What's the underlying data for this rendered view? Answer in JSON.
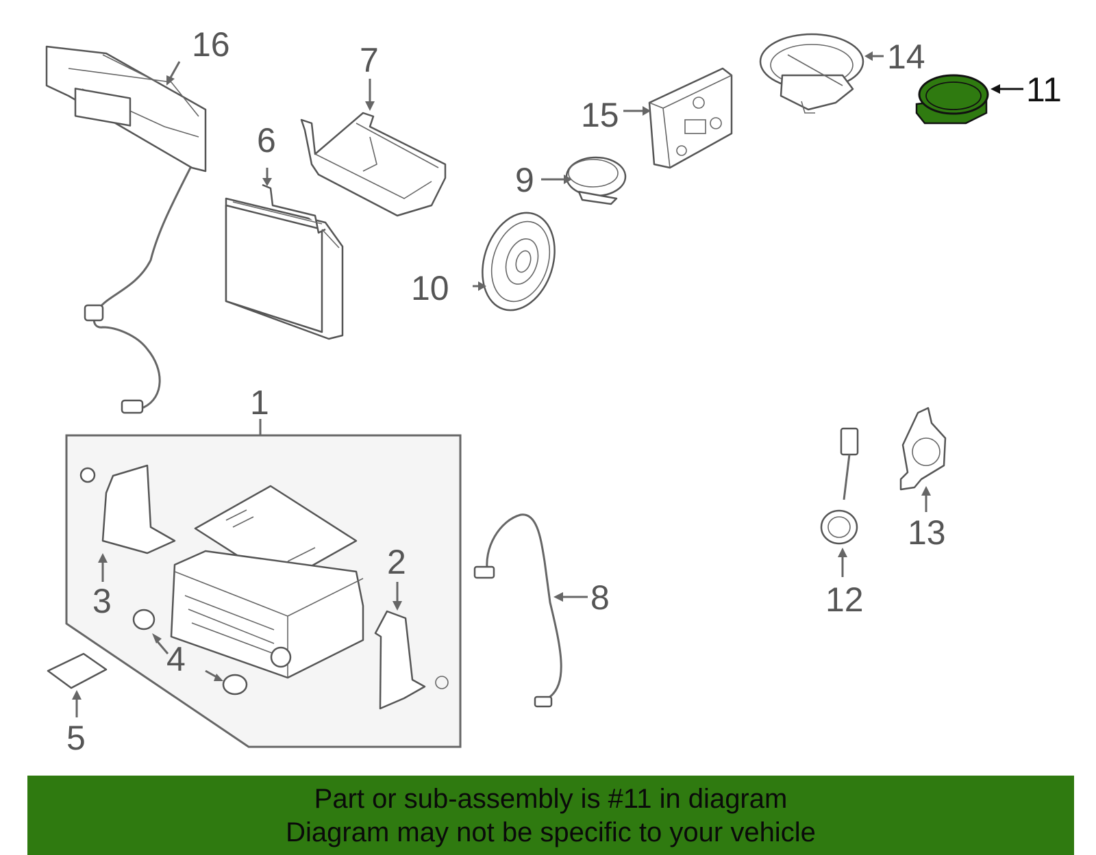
{
  "diagram": {
    "callouts": [
      {
        "id": "1",
        "label": "1"
      },
      {
        "id": "2",
        "label": "2"
      },
      {
        "id": "3",
        "label": "3"
      },
      {
        "id": "4",
        "label": "4"
      },
      {
        "id": "5",
        "label": "5"
      },
      {
        "id": "6",
        "label": "6"
      },
      {
        "id": "7",
        "label": "7"
      },
      {
        "id": "8",
        "label": "8"
      },
      {
        "id": "9",
        "label": "9"
      },
      {
        "id": "10",
        "label": "10"
      },
      {
        "id": "11",
        "label": "11"
      },
      {
        "id": "12",
        "label": "12"
      },
      {
        "id": "13",
        "label": "13"
      },
      {
        "id": "14",
        "label": "14"
      },
      {
        "id": "15",
        "label": "15"
      },
      {
        "id": "16",
        "label": "16"
      }
    ],
    "highlighted_part": "11",
    "highlight_color": "#2f7a10",
    "line_color": "#555555",
    "panel_fill": "#f5f5f5"
  },
  "banner": {
    "line1": "Part or sub-assembly is #11 in diagram",
    "line2": "Diagram may not be specific to your vehicle",
    "background": "#2f7a10"
  }
}
